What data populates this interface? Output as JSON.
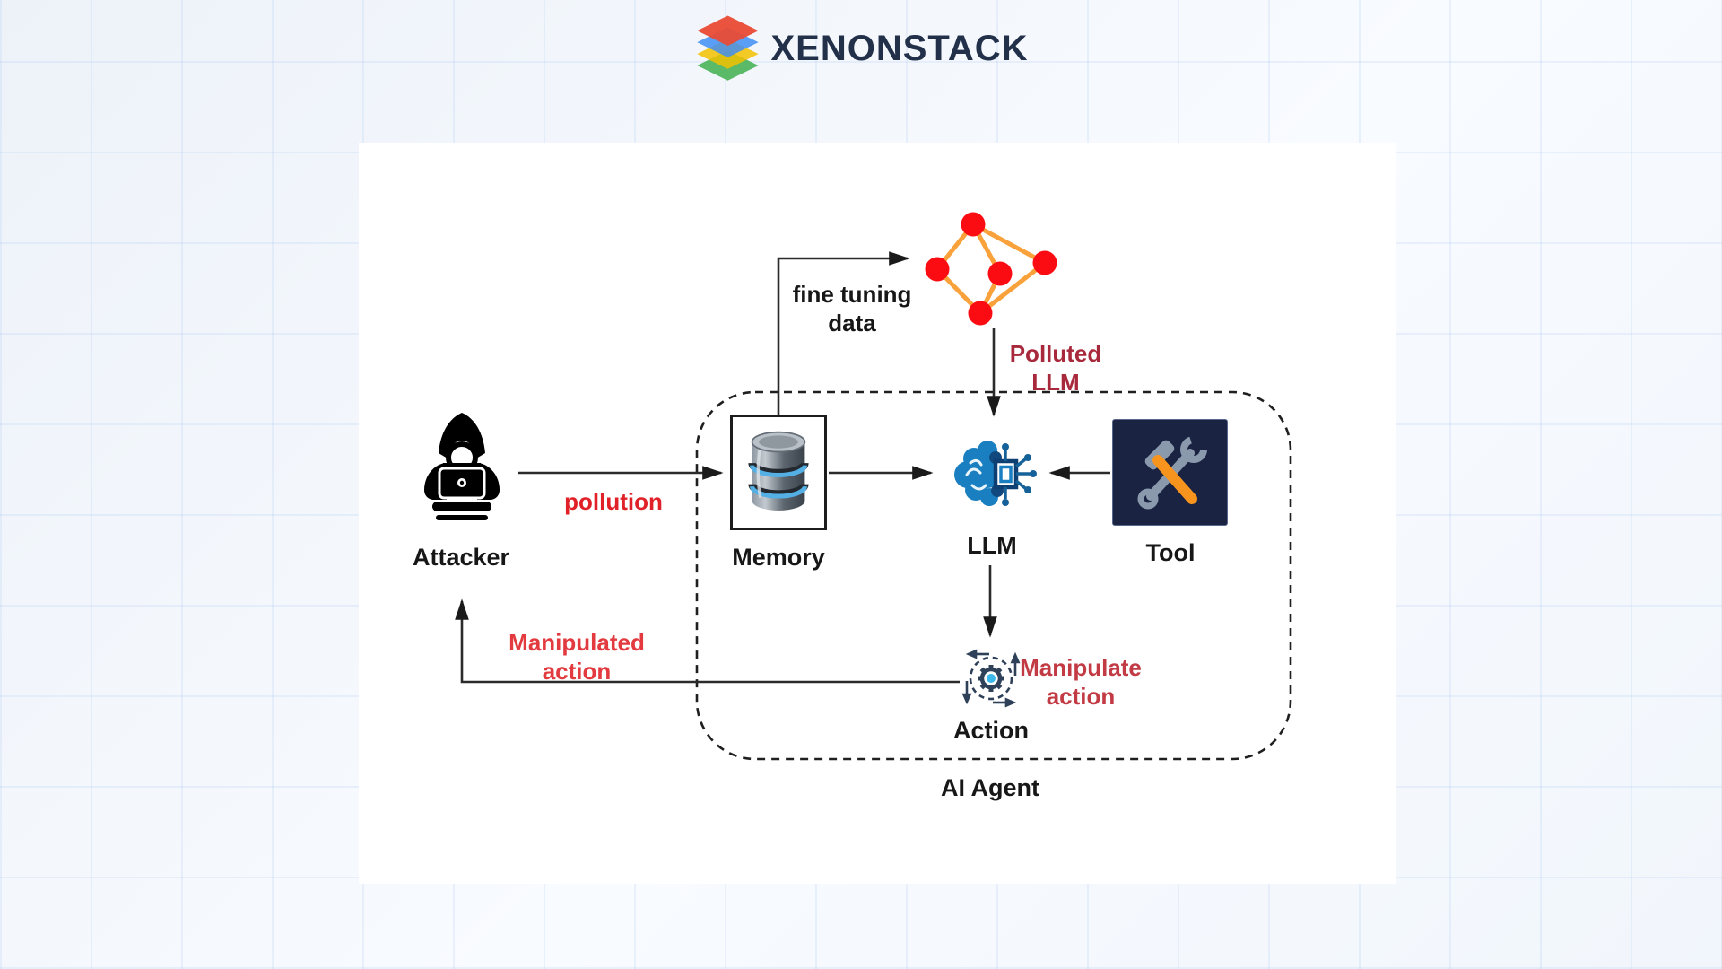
{
  "brand": {
    "name": "XENONSTACK"
  },
  "page": {
    "background": "#f3f7fc",
    "panel": "#ffffff",
    "grid_line": "#cfe0f5"
  },
  "logo_layers": [
    "#e94b35",
    "#3f8ef3",
    "#f2c100",
    "#3faf4e"
  ],
  "diagram": {
    "agent_box_label": "AI Agent",
    "nodes": {
      "attacker": {
        "label": "Attacker",
        "icon": "hooded-hacker-laptop"
      },
      "memory": {
        "label": "Memory",
        "icon": "database-cylinder"
      },
      "llm": {
        "label": "LLM",
        "icon": "brain-chip"
      },
      "tool": {
        "label": "Tool",
        "icon": "hammer-wrench"
      },
      "action": {
        "label": "Action",
        "icon": "gear-cycle"
      },
      "fine_tune_graph": {
        "icon": "red-node-network"
      }
    },
    "annotations": {
      "fine_tuning": {
        "line1": "fine tuning",
        "line2": "data",
        "color": "#1a1a1a"
      },
      "polluted_llm": {
        "line1": "Polluted",
        "line2": "LLM",
        "color": "#a8293c"
      },
      "pollution": {
        "line1": "pollution",
        "color": "#e02128"
      },
      "manipulated_action": {
        "line1": "Manipulated",
        "line2": "action",
        "color": "#e23a3f"
      },
      "manipulate_action": {
        "line1": "Manipulate",
        "line2": "action",
        "color": "#c23a44"
      }
    },
    "colors": {
      "graph_node": "#fb0c12",
      "graph_edge": "#f9a13a",
      "connector_line": "#2b2b2b",
      "tool_bg": "#1a2342",
      "tool_metal": "#8b99ad",
      "tool_handle": "#f7941d",
      "llm_blue": "#1a7fc1",
      "llm_navy": "#11497f",
      "db_blue_band": "#54b0e4",
      "action_navy": "#2e4159",
      "action_center_dot": "#3cb9ea"
    }
  }
}
